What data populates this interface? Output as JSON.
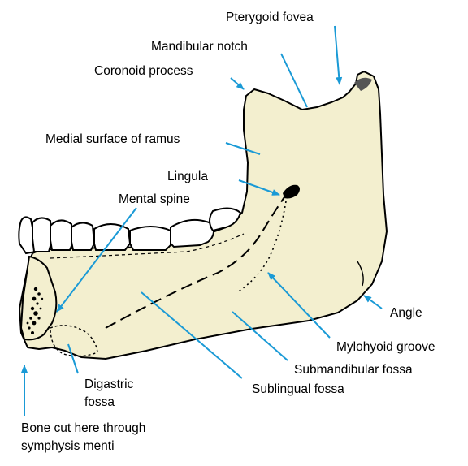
{
  "colors": {
    "bone_fill": "#f3efcf",
    "outline": "#000000",
    "pointer_line": "#1a9ad6"
  },
  "labels": {
    "pterygoid_fovea": "Pterygoid fovea",
    "mandibular_notch": "Mandibular notch",
    "coronoid_process": "Coronoid process",
    "medial_surface_of_ramus": "Medial surface of ramus",
    "lingula": "Lingula",
    "mental_spine": "Mental spine",
    "angle": "Angle",
    "mylohyoid_groove": "Mylohyoid groove",
    "submandibular_fossa": "Submandibular fossa",
    "sublingual_fossa": "Sublingual fossa",
    "digastric_fossa_line1": "Digastric",
    "digastric_fossa_line2": "fossa",
    "bone_cut_line1": "Bone cut here through",
    "bone_cut_line2": "symphysis menti"
  }
}
